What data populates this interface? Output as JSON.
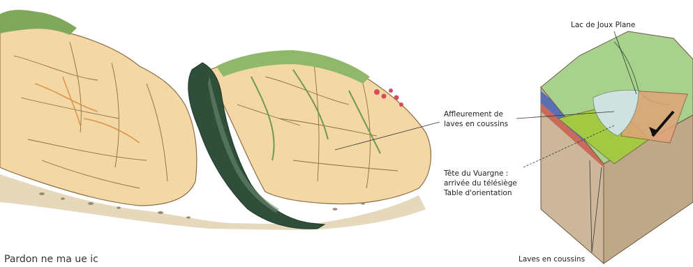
{
  "labels": {
    "lac": "Lac de Joux Plane",
    "affleurement_1": "Affleurement de",
    "affleurement_2": "laves en coussins",
    "tete_1": "Tête du Vuargne :",
    "tete_2": "arrivée du télésiège",
    "tete_3": "Table d'orientation",
    "laves": "Laves en coussins"
  },
  "caption": "Pardon ne ma ue ic",
  "colors": {
    "rock_fill": "#f3d7a4",
    "rock_stroke": "#8a6d45",
    "lava_dark": "#2f4f3b",
    "lava_light": "#6b8a72",
    "vegetation": "#7fa85a",
    "flowers": "#d94a5a",
    "block_top": "#a9d18e",
    "block_side": "#cdb79a",
    "layer_blue": "#5b6fb5",
    "layer_red": "#c86b5b",
    "lime": "#a3c943",
    "orange_plate": "#e0a478"
  }
}
